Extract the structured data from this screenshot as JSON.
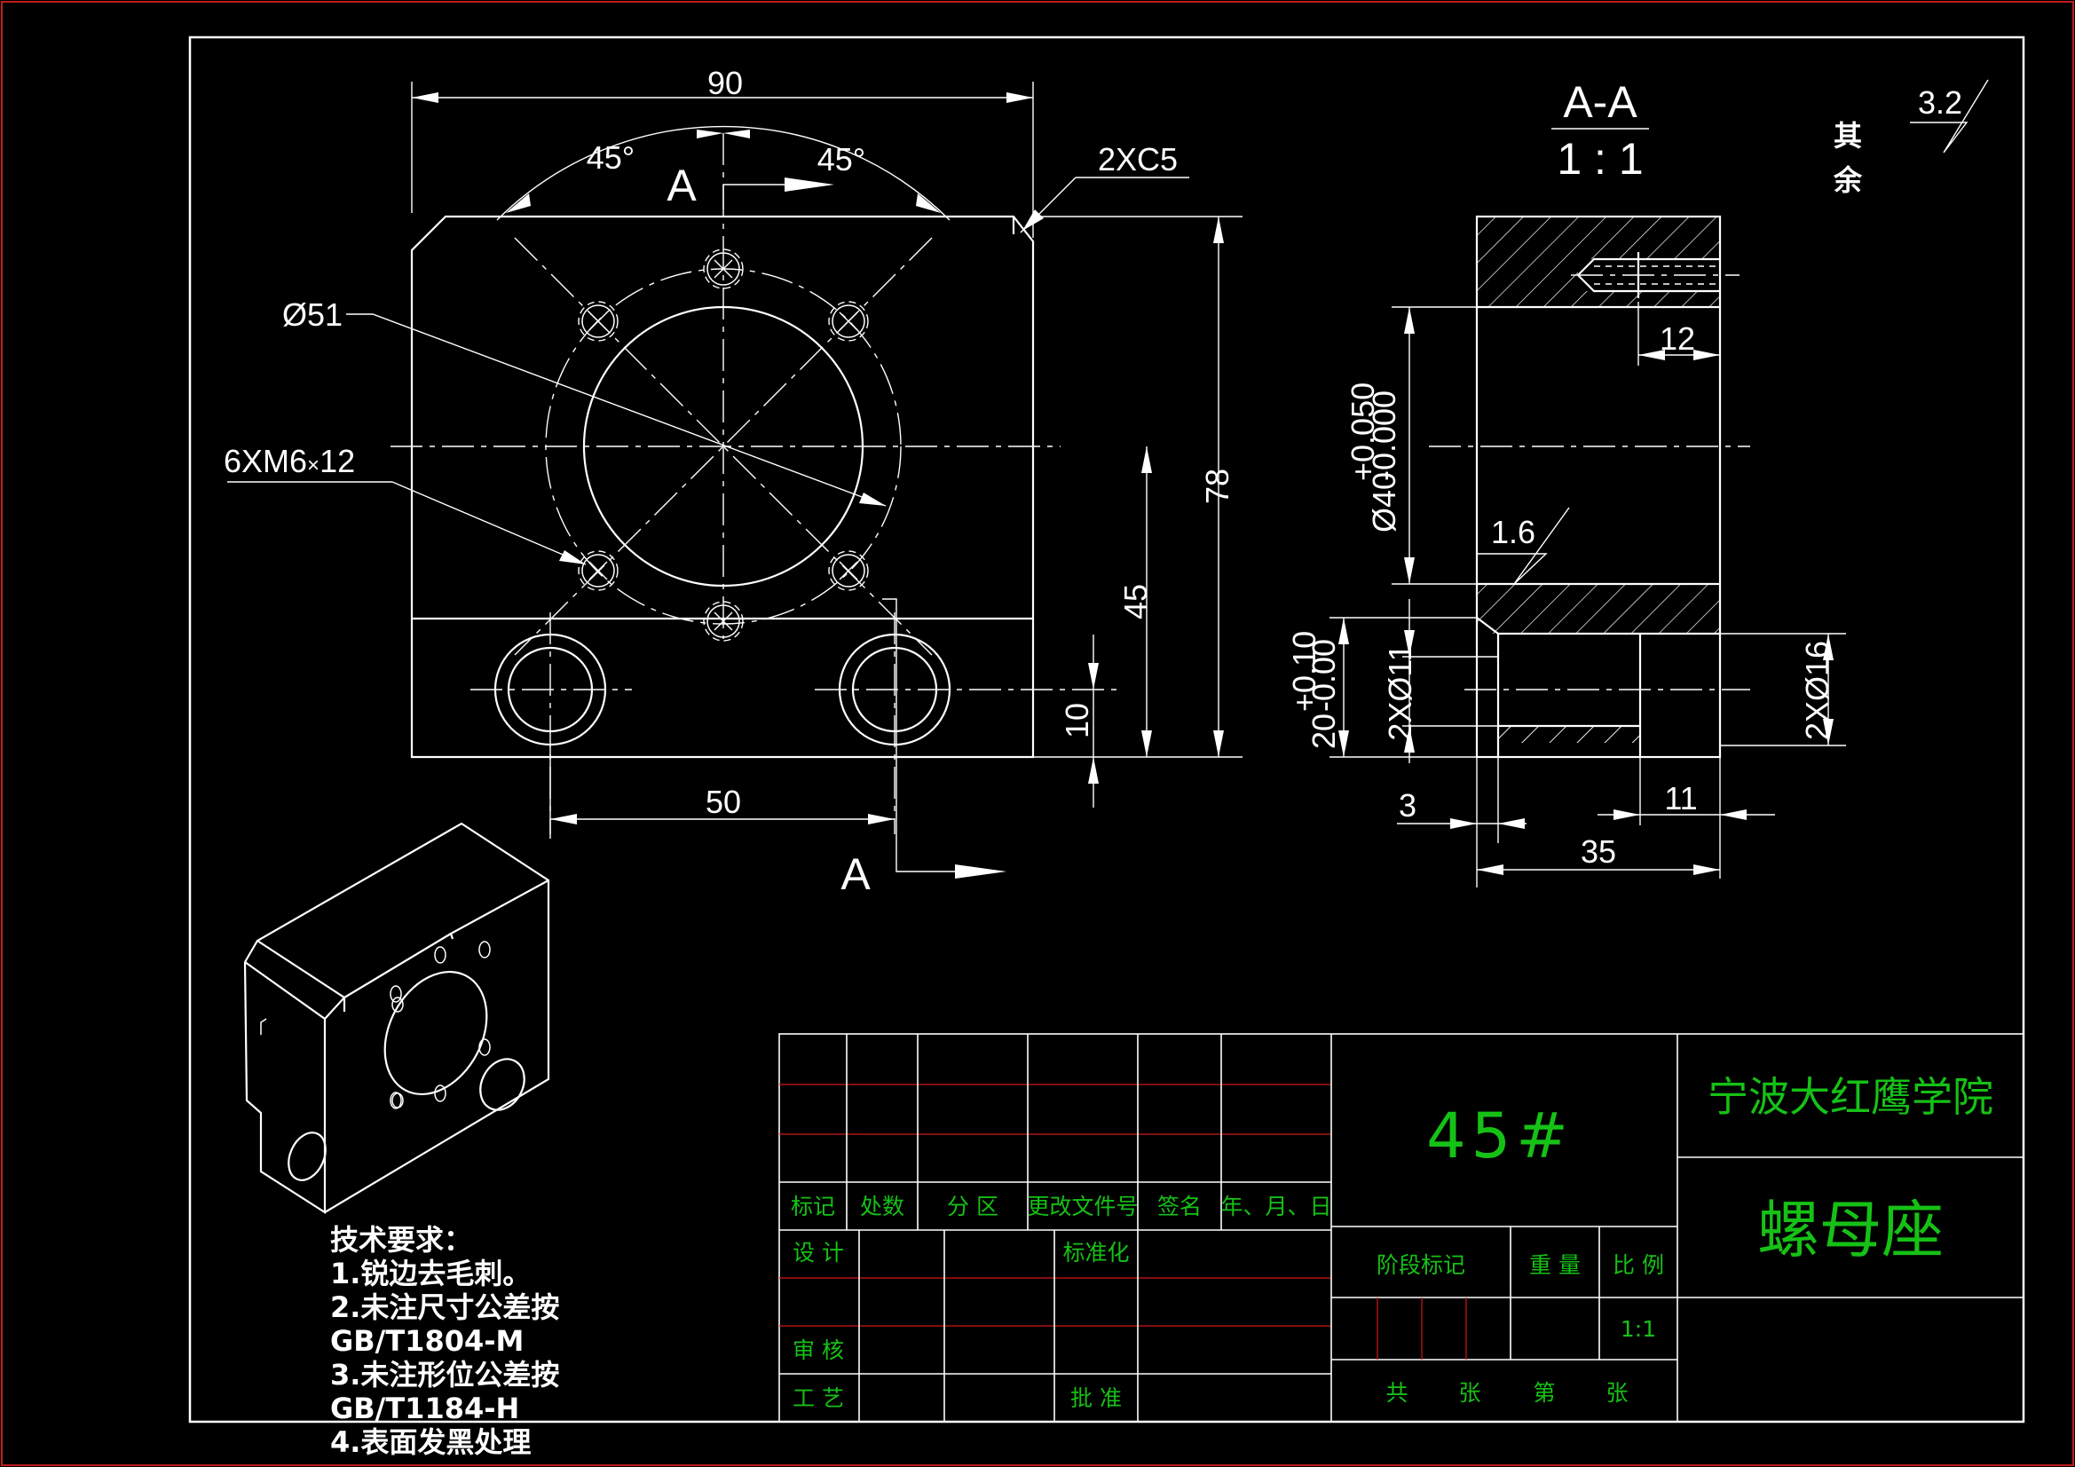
{
  "section": {
    "title": "A-A",
    "scale": "1 : 1"
  },
  "roughness": {
    "value": "3.2",
    "remark_line1": "其",
    "remark_line2": "余",
    "bore_value": "1.6"
  },
  "front_view": {
    "width": "90",
    "height": "78",
    "angle_left": "45°",
    "angle_right": "45°",
    "chamfer": "2XC5",
    "pcd": "Ø51",
    "thread_holes": "6XM6",
    "thread_depth": "12",
    "hole_center_height": "45",
    "base_height": "10",
    "hole_spacing": "50",
    "section_mark": "A"
  },
  "section_view": {
    "bore_dia": "Ø40",
    "bore_tol_upper": "+0.050",
    "bore_tol_lower": "-0.000",
    "thread_depth": "12",
    "hole_dia": "2XØ11",
    "counterbore_dia": "2XØ16",
    "counterbore_depth": "11",
    "step": "3",
    "total_width": "35",
    "slot_height": "20",
    "slot_tol_upper": "+0.10",
    "slot_tol_lower": "-0.00"
  },
  "tech_notes": {
    "title": "技术要求：",
    "lines": [
      "1.锐边去毛刺。",
      "2.未注尺寸公差按",
      "GB/T1804-M",
      "3.未注形位公差按",
      "GB/T1184-H",
      "4.表面发黑处理"
    ]
  },
  "title_block": {
    "material": "45#",
    "school": "宁波大红鹰学院",
    "part_name": "螺母座",
    "headers": [
      "标记",
      "处数",
      "分 区",
      "更改文件号",
      "签名",
      "年、月、日"
    ],
    "design": "设 计",
    "standardization": "标准化",
    "review": "审 核",
    "process": "工 艺",
    "approve": "批 准",
    "stage_mark": "阶段标记",
    "weight": "重 量",
    "scale_label": "比 例",
    "scale_value": "1:1",
    "sheet_total": "共",
    "sheet_unit1": "张",
    "sheet_no": "第",
    "sheet_unit2": "张"
  }
}
